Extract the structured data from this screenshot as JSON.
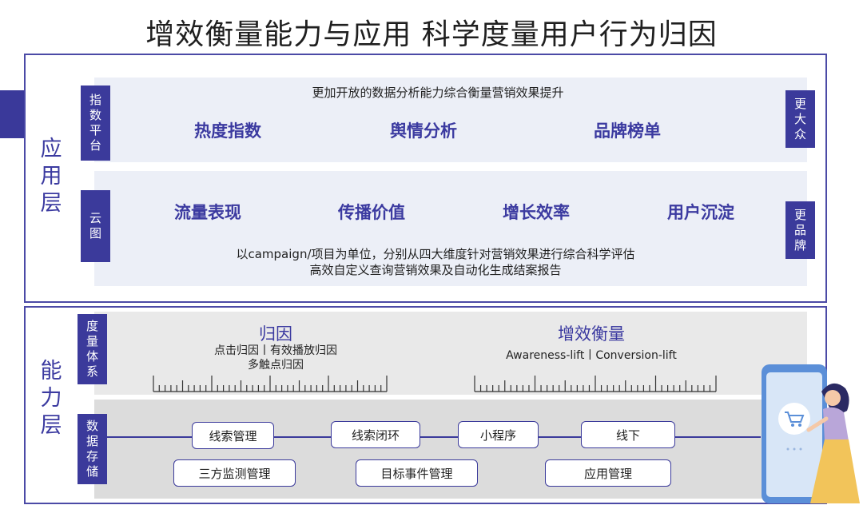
{
  "title": "增效衡量能力与应用 科学度量用户行为归因",
  "application_layer": {
    "label": "应用层",
    "index_platform": {
      "tag": "指数平台",
      "caption": "更加开放的数据分析能力综合衡量营销效果提升",
      "items": [
        "热度指数",
        "舆情分析",
        "品牌榜单"
      ],
      "right_tag": "更大众"
    },
    "cloud_chart": {
      "tag": "云图",
      "items": [
        "流量表现",
        "传播价值",
        "增长效率",
        "用户沉淀"
      ],
      "caption_line1": "以campaign/项目为单位，分别从四大维度针对营销效果进行综合科学评估",
      "caption_line2": "高效自定义查询营销效果及自动化生成结案报告",
      "right_tag": "更品牌"
    }
  },
  "capability_layer": {
    "label": "能力层",
    "measurement_system": {
      "tag": "度量体系",
      "attribution": {
        "title": "归因",
        "line1": "点击归因丨有效播放归因",
        "line2": "多触点归因"
      },
      "lift": {
        "title": "增效衡量",
        "line1": "Awareness-lift丨Conversion-lift"
      }
    },
    "data_storage": {
      "tag": "数据存储",
      "row1": [
        "线索管理",
        "线索闭环",
        "小程序",
        "线下"
      ],
      "row2": [
        "三方监测管理",
        "目标事件管理",
        "应用管理"
      ]
    }
  },
  "colors": {
    "primary": "#3b3a9b",
    "band_light": "#eceff7",
    "band_gray": "#e9e9e9",
    "phone": "#5b8fd8"
  }
}
